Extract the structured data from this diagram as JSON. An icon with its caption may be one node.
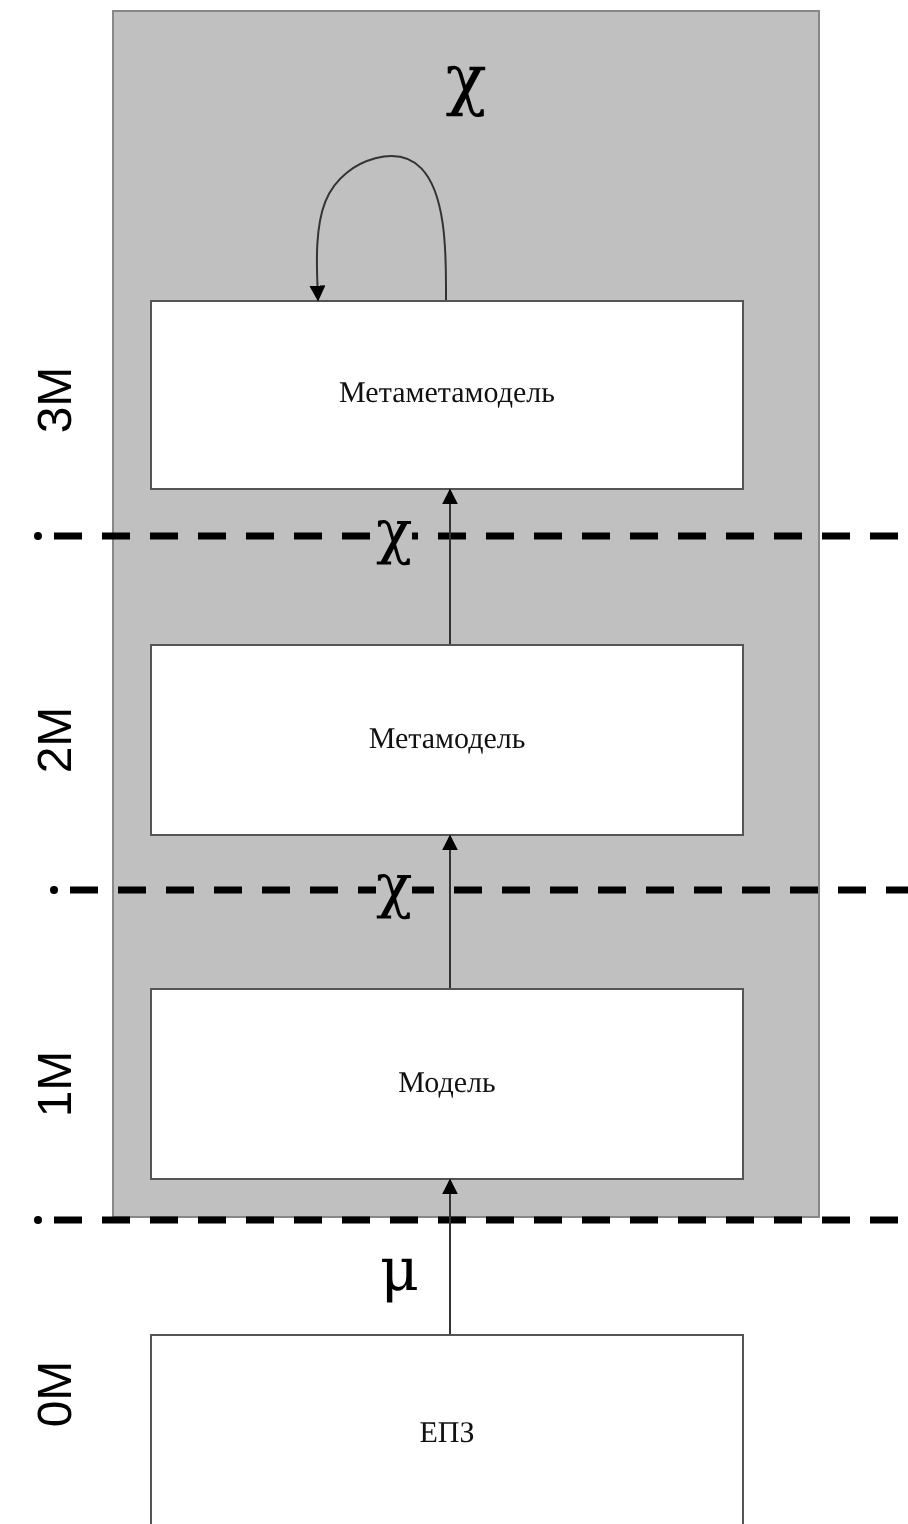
{
  "diagram": {
    "nodes": [
      {
        "text": [
          "χ"
        ]
      },
      {
        "text": [
          "Метаметамодель"
        ],
        "in": 0
      },
      {
        "text": [
          "Метамодель"
        ],
        "in": 0
      },
      {
        "text": [
          "Модель"
        ],
        "in": 0
      },
      {
        "text": [
          "ЕПЗ"
        ]
      }
    ],
    "edges": [
      {
        "from": 1,
        "to": 1,
        "arrow": "to"
      },
      {
        "from": 2,
        "to": 1,
        "arrow": "to",
        "label": "χ"
      },
      {
        "from": 3,
        "to": 2,
        "arrow": "to",
        "label": "χ"
      },
      {
        "from": 4,
        "to": 3,
        "arrow": "to",
        "label": "μ"
      }
    ],
    "labels": [
      "3M",
      "2M",
      "1M",
      "0M"
    ]
  }
}
